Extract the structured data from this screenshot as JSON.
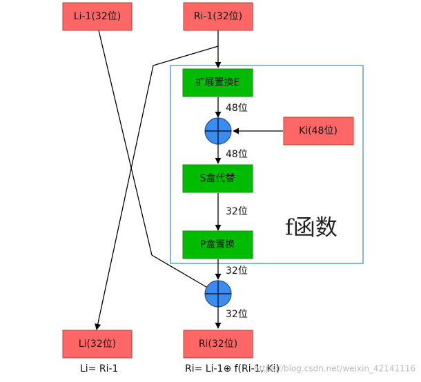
{
  "boxes": {
    "l_prev": "Li-1(32位)",
    "r_prev": "Ri-1(32位)",
    "expansion": "扩展置换E",
    "key": "Ki(48位)",
    "sbox": "S盒代替",
    "pbox": "P盒置换",
    "l_next": "Li(32位)",
    "r_next": "Ri(32位)"
  },
  "bit_labels": {
    "after_expansion": "48位",
    "after_key_xor": "48位",
    "after_sbox": "32位",
    "after_pbox": "32位",
    "after_final_xor": "32位"
  },
  "f_function_label": "f函数",
  "formulas": {
    "left": "Li= Ri-1",
    "right": "Ri= Li-1⊕ f(Ri-1, Ki)"
  },
  "watermark": "https://blog.csdn.net/weixin_42141116",
  "colors": {
    "red_box": "#ff6666",
    "green_box": "#00bb00",
    "xor_circle": "#3a8cf0",
    "frame": "#5aa0dc"
  }
}
